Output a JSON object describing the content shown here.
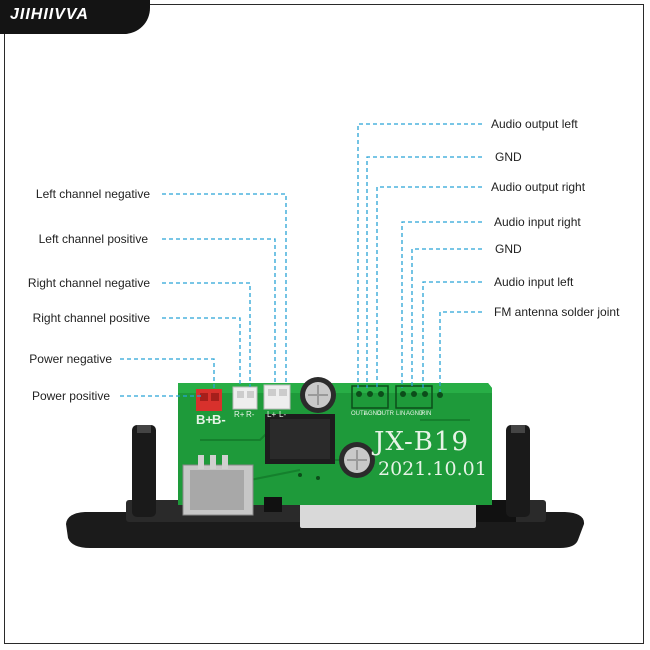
{
  "brand": "JIIHIIVVA",
  "board": {
    "model": "JX-B19",
    "date": "2021.10.01",
    "silk": {
      "b_plus": "B+",
      "b_minus": "B-",
      "r_plus": "R+",
      "r_minus": "R-",
      "l_plus": "L+",
      "l_minus": "L-",
      "outl": "OUTL",
      "agnd_out": "AGND",
      "outr": "OUTR",
      "lin": "LIN",
      "agnd_in": "AGND",
      "rin": "RIN"
    }
  },
  "labels": {
    "left": [
      "Left channel negative",
      "Left channel positive",
      "Right channel negative",
      "Right channel positive",
      "Power negative",
      "Power positive"
    ],
    "right": [
      "Audio output left",
      "GND",
      "Audio output right",
      "Audio input right",
      "GND",
      "Audio input left",
      "FM antenna solder joint"
    ]
  },
  "colors": {
    "pcb": "#1e9a3a",
    "leader": "#29a3d6",
    "power_connector": "#d8312c",
    "panel": "#1b1b1b"
  }
}
